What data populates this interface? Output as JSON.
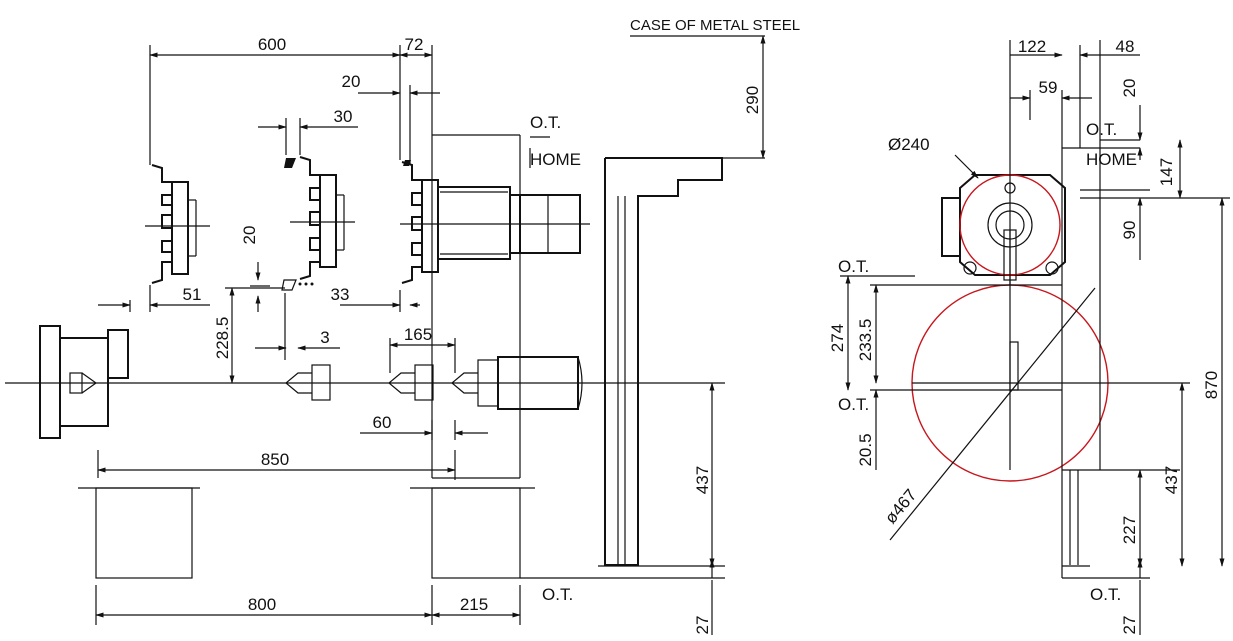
{
  "left_view": {
    "dimensions": [
      "600",
      "72",
      "20",
      "30",
      "20",
      "51",
      "33",
      "228.5",
      "3",
      "165",
      "60",
      "850",
      "437",
      "290",
      "800",
      "215",
      "27"
    ],
    "labels": {
      "case_note": "CASE OF METAL STEEL",
      "ot_top": "O.T.",
      "home": "HOME",
      "ot_bottom": "O.T."
    }
  },
  "right_view": {
    "dimensions": [
      "122",
      "48",
      "59",
      "20",
      "147",
      "90",
      "274",
      "233.5",
      "20.5",
      "870",
      "437",
      "227",
      "27"
    ],
    "labels": {
      "dia_small": "Ø240",
      "dia_large": "ø467",
      "ot_1": "O.T.",
      "home": "HOME",
      "ot_2": "O.T.",
      "ot_3": "O.T.",
      "ot_4": "O.T."
    }
  },
  "colors": {
    "line": "#111111",
    "accent": "#c8161d"
  }
}
